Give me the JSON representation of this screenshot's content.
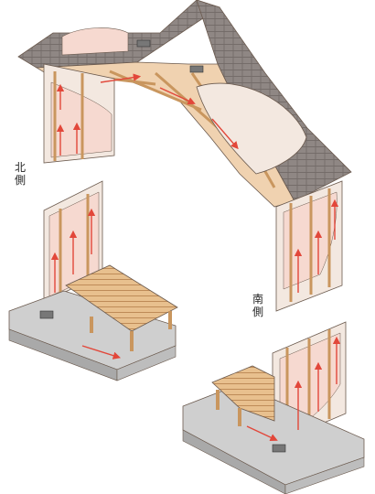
{
  "labels": {
    "north": [
      "北",
      "側"
    ],
    "south": [
      "南",
      "側"
    ]
  },
  "colors": {
    "roof": "#8f8784",
    "roof_line": "#6d6562",
    "wall_panel": "#f3e8e0",
    "wall_inner": "#f6d9d0",
    "timber": "#e8c08e",
    "timber_dark": "#c9965e",
    "concrete": "#cfcfcf",
    "concrete_dark": "#a9a9a9",
    "arrow": "#e2473a",
    "outline": "#6b5a4e"
  },
  "icons": [
    "flow-arrow-icon",
    "vent-grille-icon"
  ]
}
